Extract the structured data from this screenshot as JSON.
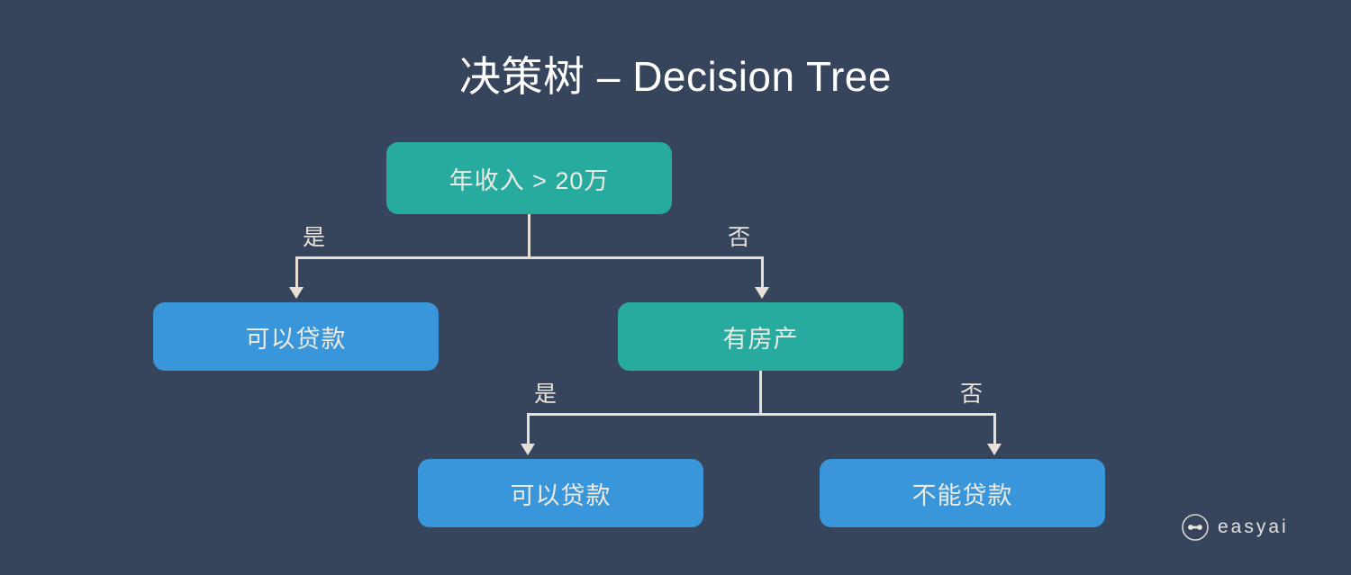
{
  "title": "决策树 – Decision Tree",
  "colors": {
    "background": "#37455c",
    "decision_node": "#27ab9f",
    "leaf_node": "#3a96da",
    "connector": "#e6e0d6",
    "title_text": "#ffffff",
    "node_text": "#eceae4"
  },
  "tree": {
    "root": {
      "label": "年收入 > 20万",
      "type": "decision"
    },
    "level2": {
      "left": {
        "label": "可以贷款",
        "type": "leaf"
      },
      "right": {
        "label": "有房产",
        "type": "decision"
      }
    },
    "level3": {
      "left": {
        "label": "可以贷款",
        "type": "leaf"
      },
      "right": {
        "label": "不能贷款",
        "type": "leaf"
      }
    }
  },
  "edges": {
    "root_yes": "是",
    "root_no": "否",
    "branch_yes": "是",
    "branch_no": "否"
  },
  "logo": {
    "text": "easyai",
    "icon": "easyai-circle-icon"
  }
}
